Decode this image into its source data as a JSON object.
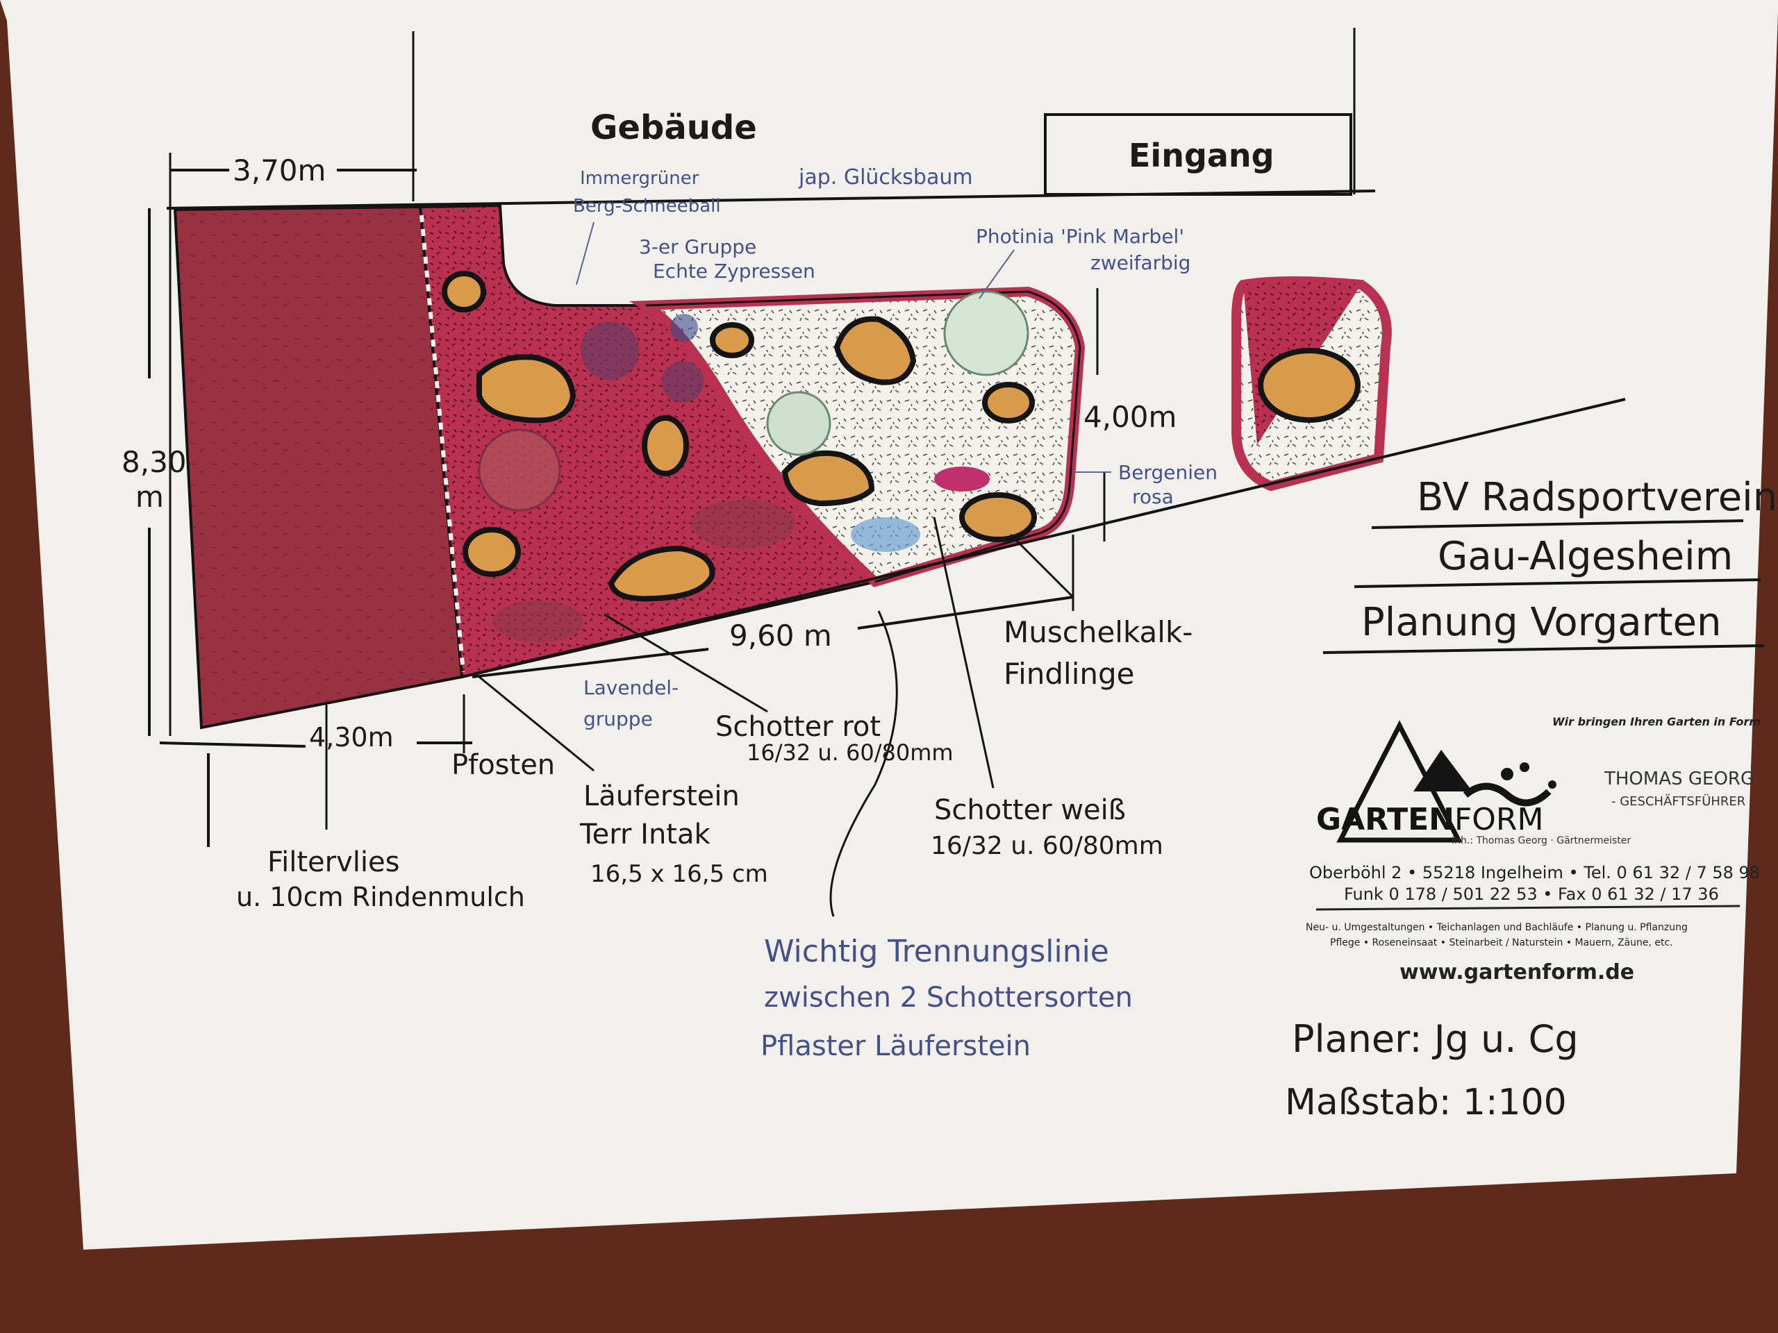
{
  "plan": {
    "building": "Gebäude",
    "entrance": "Eingang",
    "tree_note_1": "Immergrüner",
    "tree_note_2": "Berg-Schneeball",
    "tree_note_3": "jap. Glücksbaum",
    "cypress_1": "3-er Gruppe",
    "cypress_2": "Echte Zypressen",
    "photinia_1": "Photinia 'Pink Marbel'",
    "photinia_2": "zweifarbig",
    "bergenia_1": "Bergenien",
    "bergenia_2": "rosa",
    "lavender_1": "Lavendel-",
    "lavender_2": "gruppe"
  },
  "dimensions": {
    "top_width": "3,70m",
    "left_height_1": "8,30",
    "left_height_2": "m",
    "bottom_length": "9,60 m",
    "bottom_width": "4,30m",
    "right_depth": "4,00m"
  },
  "labels": {
    "post": "Pfosten",
    "filter_1": "Filtervlies",
    "filter_2": "u. 10cm Rindenmulch",
    "stepping_1": "Läuferstein",
    "stepping_2": "Terr Intak",
    "stepping_3": "16,5 x 16,5 cm",
    "red_gravel_1": "Schotter rot",
    "red_gravel_2": "16/32 u. 60/80mm",
    "white_gravel_1": "Schotter weiß",
    "white_gravel_2": "16/32 u. 60/80mm",
    "shell_1": "Muschelkalk-",
    "shell_2": "Findlinge",
    "important_1": "Wichtig Trennungslinie",
    "important_2": "zwischen 2 Schottersorten",
    "important_3": "Pflaster Läuferstein"
  },
  "title": {
    "line1": "BV Radsportverein",
    "line2": "Gau-Algesheim",
    "line3": "Planung Vorgarten"
  },
  "company": {
    "slogan": "Wir bringen Ihren Garten in Form",
    "name_part1": "GARTEN",
    "name_part2": "FORM",
    "owner": "Inh.: Thomas Georg · Gärtnermeister",
    "person": "THOMAS GEORG",
    "role": "- GESCHÄFTSFÜHRER -",
    "address": "Oberböhl 2 • 55218 Ingelheim • Tel. 0 61 32 / 7 58 98",
    "phone": "Funk 0 178 / 501 22 53 • Fax 0 61 32 / 17 36",
    "services_1": "Neu- u. Umgestaltungen • Teichanlagen und Bachläufe • Planung u. Pflanzung",
    "services_2": "Pflege • Roseneinsaat • Steinarbeit / Naturstein • Mauern, Zäune, etc.",
    "website": "www.gartenform.de"
  },
  "footer": {
    "planner": "Planer: Jg u. Cg",
    "scale": "Maßstab: 1:100"
  },
  "colors": {
    "paper": "#f1f0ec",
    "mulch": "#9a3142",
    "red_gravel": "#b93150",
    "white_gravel": "#f3f1ea",
    "boulder": "#d99a4a",
    "border": "#141414",
    "table": "#5e2a1c"
  }
}
